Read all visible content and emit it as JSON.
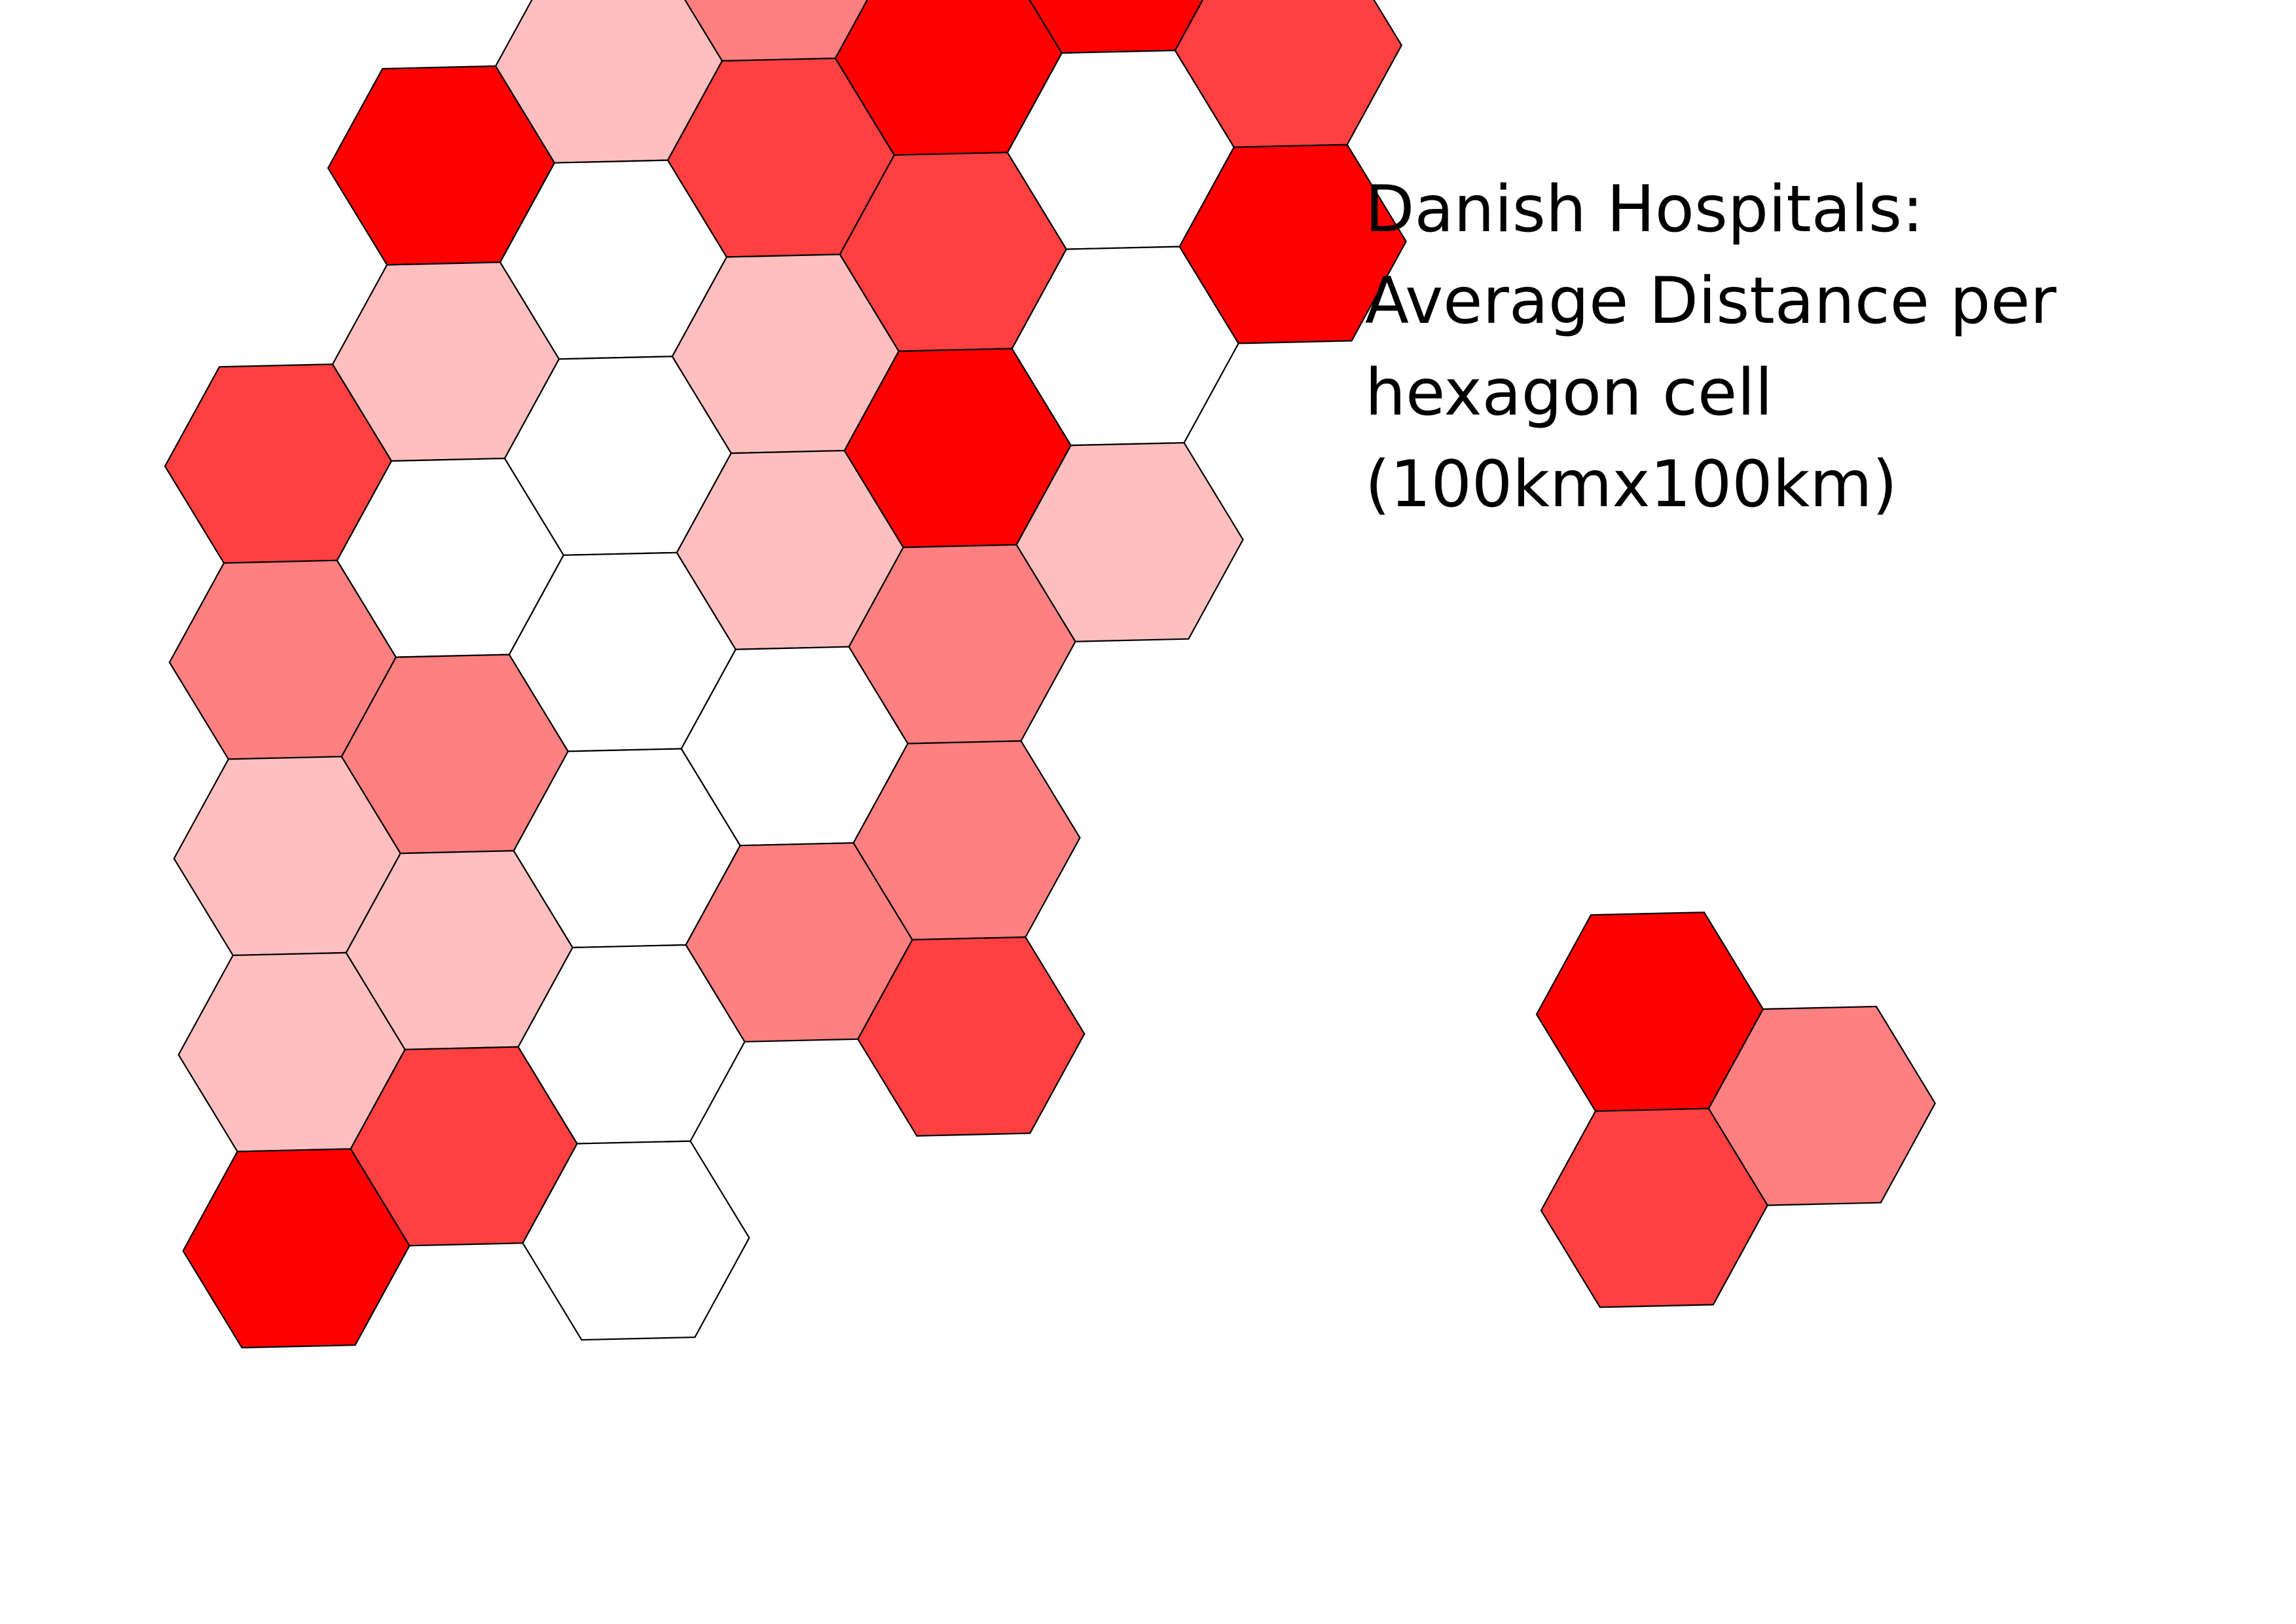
{
  "title": {
    "lines": [
      "Danish Hospitals:",
      "Average Distance per",
      "hexagon cell",
      "(100kmx100km)"
    ]
  },
  "classes": {
    "none": "#ffffff",
    "low": "#ffbfbf",
    "medium": "#ff8080",
    "high": "#ff4040",
    "very_high": "#ff0000"
  },
  "cells": [
    {
      "region": "jutland",
      "col": 0,
      "row": 0,
      "class": "high"
    },
    {
      "region": "jutland",
      "col": 0,
      "row": 1,
      "class": "medium"
    },
    {
      "region": "jutland",
      "col": 0,
      "row": 2,
      "class": "low"
    },
    {
      "region": "jutland",
      "col": 0,
      "row": 3,
      "class": "low"
    },
    {
      "region": "jutland",
      "col": 0,
      "row": 4,
      "class": "very_high"
    },
    {
      "region": "jutland",
      "col": 1,
      "row": -1,
      "class": "very_high"
    },
    {
      "region": "jutland",
      "col": 1,
      "row": 0,
      "class": "low"
    },
    {
      "region": "jutland",
      "col": 1,
      "row": 1,
      "class": "none"
    },
    {
      "region": "jutland",
      "col": 1,
      "row": 2,
      "class": "medium"
    },
    {
      "region": "jutland",
      "col": 1,
      "row": 3,
      "class": "low"
    },
    {
      "region": "jutland",
      "col": 1,
      "row": 4,
      "class": "high"
    },
    {
      "region": "jutland",
      "col": 2,
      "row": -2,
      "class": "low"
    },
    {
      "region": "jutland",
      "col": 2,
      "row": -1,
      "class": "none"
    },
    {
      "region": "jutland",
      "col": 2,
      "row": 0,
      "class": "none"
    },
    {
      "region": "jutland",
      "col": 2,
      "row": 1,
      "class": "none"
    },
    {
      "region": "jutland",
      "col": 2,
      "row": 2,
      "class": "none"
    },
    {
      "region": "jutland",
      "col": 2,
      "row": 3,
      "class": "none"
    },
    {
      "region": "jutland",
      "col": 2,
      "row": 4,
      "class": "none"
    },
    {
      "region": "jutland",
      "col": 3,
      "row": -3,
      "class": "medium"
    },
    {
      "region": "jutland",
      "col": 3,
      "row": -2,
      "class": "medium"
    },
    {
      "region": "jutland",
      "col": 3,
      "row": -1,
      "class": "high"
    },
    {
      "region": "jutland",
      "col": 3,
      "row": 0,
      "class": "low"
    },
    {
      "region": "jutland",
      "col": 3,
      "row": 1,
      "class": "low"
    },
    {
      "region": "jutland",
      "col": 3,
      "row": 2,
      "class": "none"
    },
    {
      "region": "jutland",
      "col": 3,
      "row": 3,
      "class": "medium"
    },
    {
      "region": "jutland",
      "col": 4,
      "row": -3,
      "class": "very_high"
    },
    {
      "region": "jutland",
      "col": 4,
      "row": -2,
      "class": "very_high"
    },
    {
      "region": "jutland",
      "col": 4,
      "row": -1,
      "class": "high"
    },
    {
      "region": "jutland",
      "col": 4,
      "row": 0,
      "class": "very_high"
    },
    {
      "region": "jutland",
      "col": 4,
      "row": 1,
      "class": "medium"
    },
    {
      "region": "jutland",
      "col": 4,
      "row": 2,
      "class": "medium"
    },
    {
      "region": "jutland",
      "col": 4,
      "row": 3,
      "class": "high"
    },
    {
      "region": "jutland",
      "col": 5,
      "row": -3,
      "class": "very_high"
    },
    {
      "region": "jutland",
      "col": 5,
      "row": -2,
      "class": "very_high"
    },
    {
      "region": "jutland",
      "col": 5,
      "row": -1,
      "class": "none"
    },
    {
      "region": "jutland",
      "col": 5,
      "row": 0,
      "class": "none"
    },
    {
      "region": "jutland",
      "col": 5,
      "row": 1,
      "class": "low"
    },
    {
      "region": "jutland",
      "col": 6,
      "row": -3,
      "class": "high"
    },
    {
      "region": "jutland",
      "col": 6,
      "row": -2,
      "class": "high"
    },
    {
      "region": "jutland",
      "col": 6,
      "row": -1,
      "class": "very_high"
    },
    {
      "region": "bornholm",
      "col": 0,
      "row": 0,
      "class": "very_high"
    },
    {
      "region": "bornholm",
      "col": 0,
      "row": 1,
      "class": "high"
    },
    {
      "region": "bornholm",
      "col": 1,
      "row": 0,
      "class": "medium"
    }
  ]
}
